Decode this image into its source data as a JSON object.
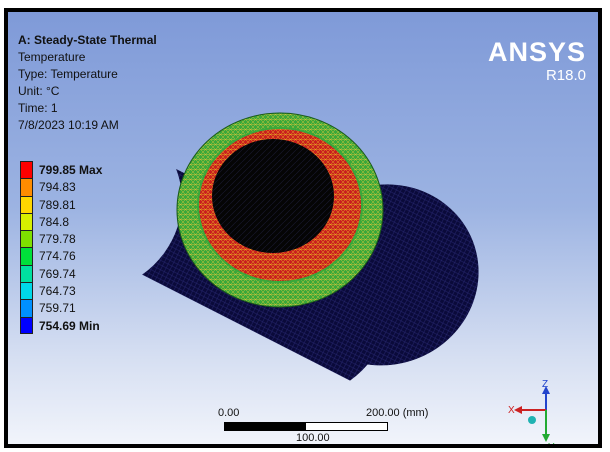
{
  "analysis": {
    "title": "A: Steady-State Thermal",
    "result": "Temperature",
    "type": "Type: Temperature",
    "unit": "Unit: °C",
    "time": "Time: 1",
    "date": "7/8/2023 10:19 AM"
  },
  "logo": {
    "brand": "ANSYS",
    "release": "R18.0"
  },
  "legend": {
    "items": [
      {
        "label": "799.85 Max",
        "color": "#ff0000",
        "bold": true
      },
      {
        "label": "794.83",
        "color": "#ff8c00",
        "bold": false
      },
      {
        "label": "789.81",
        "color": "#ffd700",
        "bold": false
      },
      {
        "label": "784.8",
        "color": "#d7f000",
        "bold": false
      },
      {
        "label": "779.78",
        "color": "#7fe000",
        "bold": false
      },
      {
        "label": "774.76",
        "color": "#00e03a",
        "bold": false
      },
      {
        "label": "769.74",
        "color": "#00e0a0",
        "bold": false
      },
      {
        "label": "764.73",
        "color": "#00d8e8",
        "bold": false
      },
      {
        "label": "759.71",
        "color": "#0090ff",
        "bold": false
      },
      {
        "label": "754.69 Min",
        "color": "#0000ff",
        "bold": true
      }
    ]
  },
  "scale_bar": {
    "start": "0.00",
    "end": "200.00 (mm)",
    "mid": "100.00"
  },
  "triad": {
    "x": "X",
    "y": "Y",
    "z": "Z"
  },
  "colors": {
    "outer_ring": "#2fa52f",
    "hot_ring": "#cc1f1f",
    "body": "#0a0a3a",
    "bore": "#050505"
  }
}
